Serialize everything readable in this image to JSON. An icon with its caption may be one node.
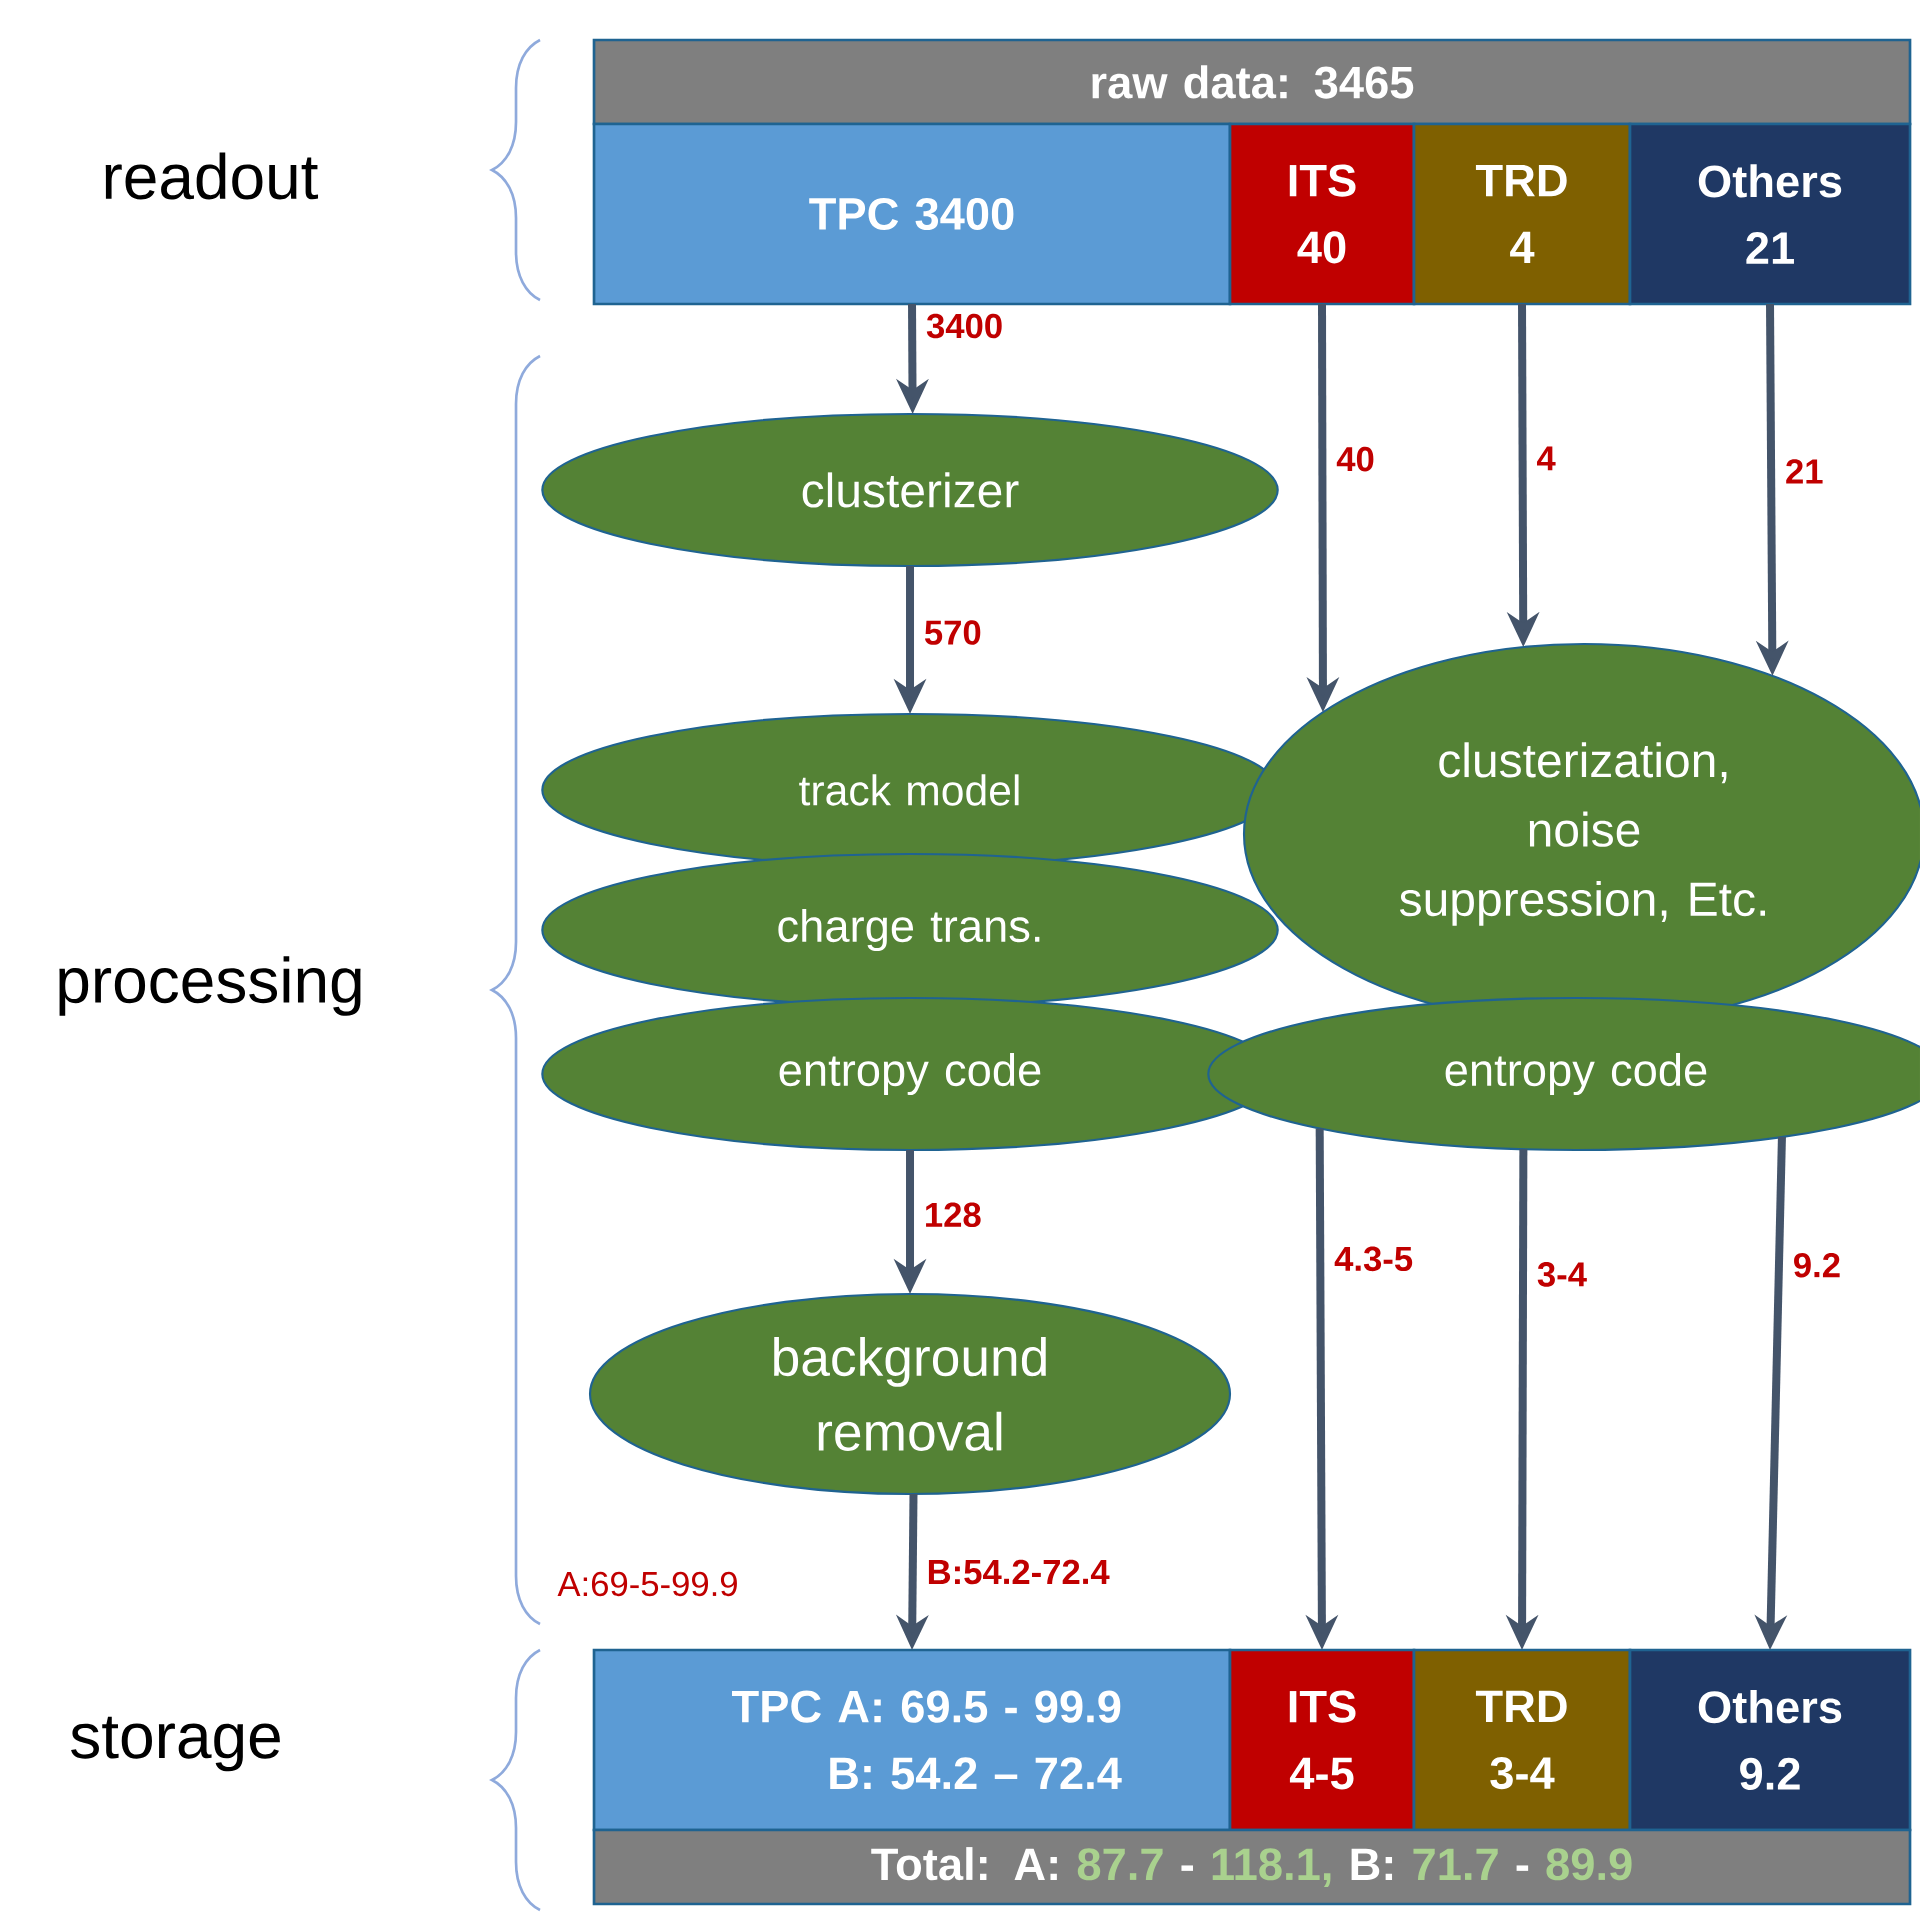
{
  "diagram": {
    "nodes": [
      {
        "text": [
          "raw data: 3465"
        ]
      },
      {
        "text": [
          "TPC 3400"
        ]
      },
      {
        "text": [
          "ITS",
          "40"
        ]
      },
      {
        "text": [
          "TRD",
          "4"
        ]
      },
      {
        "text": [
          "Others",
          "21"
        ]
      },
      {
        "text": [
          "clusterizer"
        ]
      },
      {
        "text": [
          "track model"
        ]
      },
      {
        "text": [
          "charge trans."
        ]
      },
      {
        "text": [
          "entropy code"
        ]
      },
      {
        "text": [
          "background removal"
        ]
      },
      {
        "text": [
          "clusterization, noise suppression, Etc."
        ]
      },
      {
        "text": [
          "entropy code"
        ]
      },
      {
        "text": [
          "TPC A:  69.5 - 99.9",
          "B:  54.2 – 72.4"
        ]
      },
      {
        "text": [
          "ITS",
          "4-5"
        ]
      },
      {
        "text": [
          "TRD",
          "3-4"
        ]
      },
      {
        "text": [
          "Others",
          "9.2"
        ]
      },
      {
        "text": [
          "Total:  A:",
          "87.7",
          "-",
          "118.1,",
          "B:",
          "71.7",
          "-",
          "89.9"
        ]
      }
    ],
    "edges": [
      {
        "from": 1,
        "to": 5,
        "arrow": "to",
        "label": "3400"
      },
      {
        "from": 5,
        "to": 6,
        "arrow": "to",
        "label": "570"
      },
      {
        "from": 8,
        "to": 9,
        "arrow": "to",
        "label": "128"
      },
      {
        "from": 9,
        "to": 12,
        "arrow": "to",
        "label": "B:54.2-72.4"
      },
      {
        "from": 2,
        "to": 10,
        "arrow": "to",
        "label": "40"
      },
      {
        "from": 3,
        "to": 10,
        "arrow": "to",
        "label": "4"
      },
      {
        "from": 4,
        "to": 10,
        "arrow": "to",
        "label": "21"
      },
      {
        "from": 11,
        "to": 13,
        "arrow": "to",
        "label": "4.3-5"
      },
      {
        "from": 11,
        "to": 14,
        "arrow": "to",
        "label": "3-4"
      },
      {
        "from": 11,
        "to": 15,
        "arrow": "to",
        "label": "9.2"
      }
    ],
    "labels": [
      "readout",
      "processing",
      "storage",
      "A:69-5-99.9"
    ]
  }
}
